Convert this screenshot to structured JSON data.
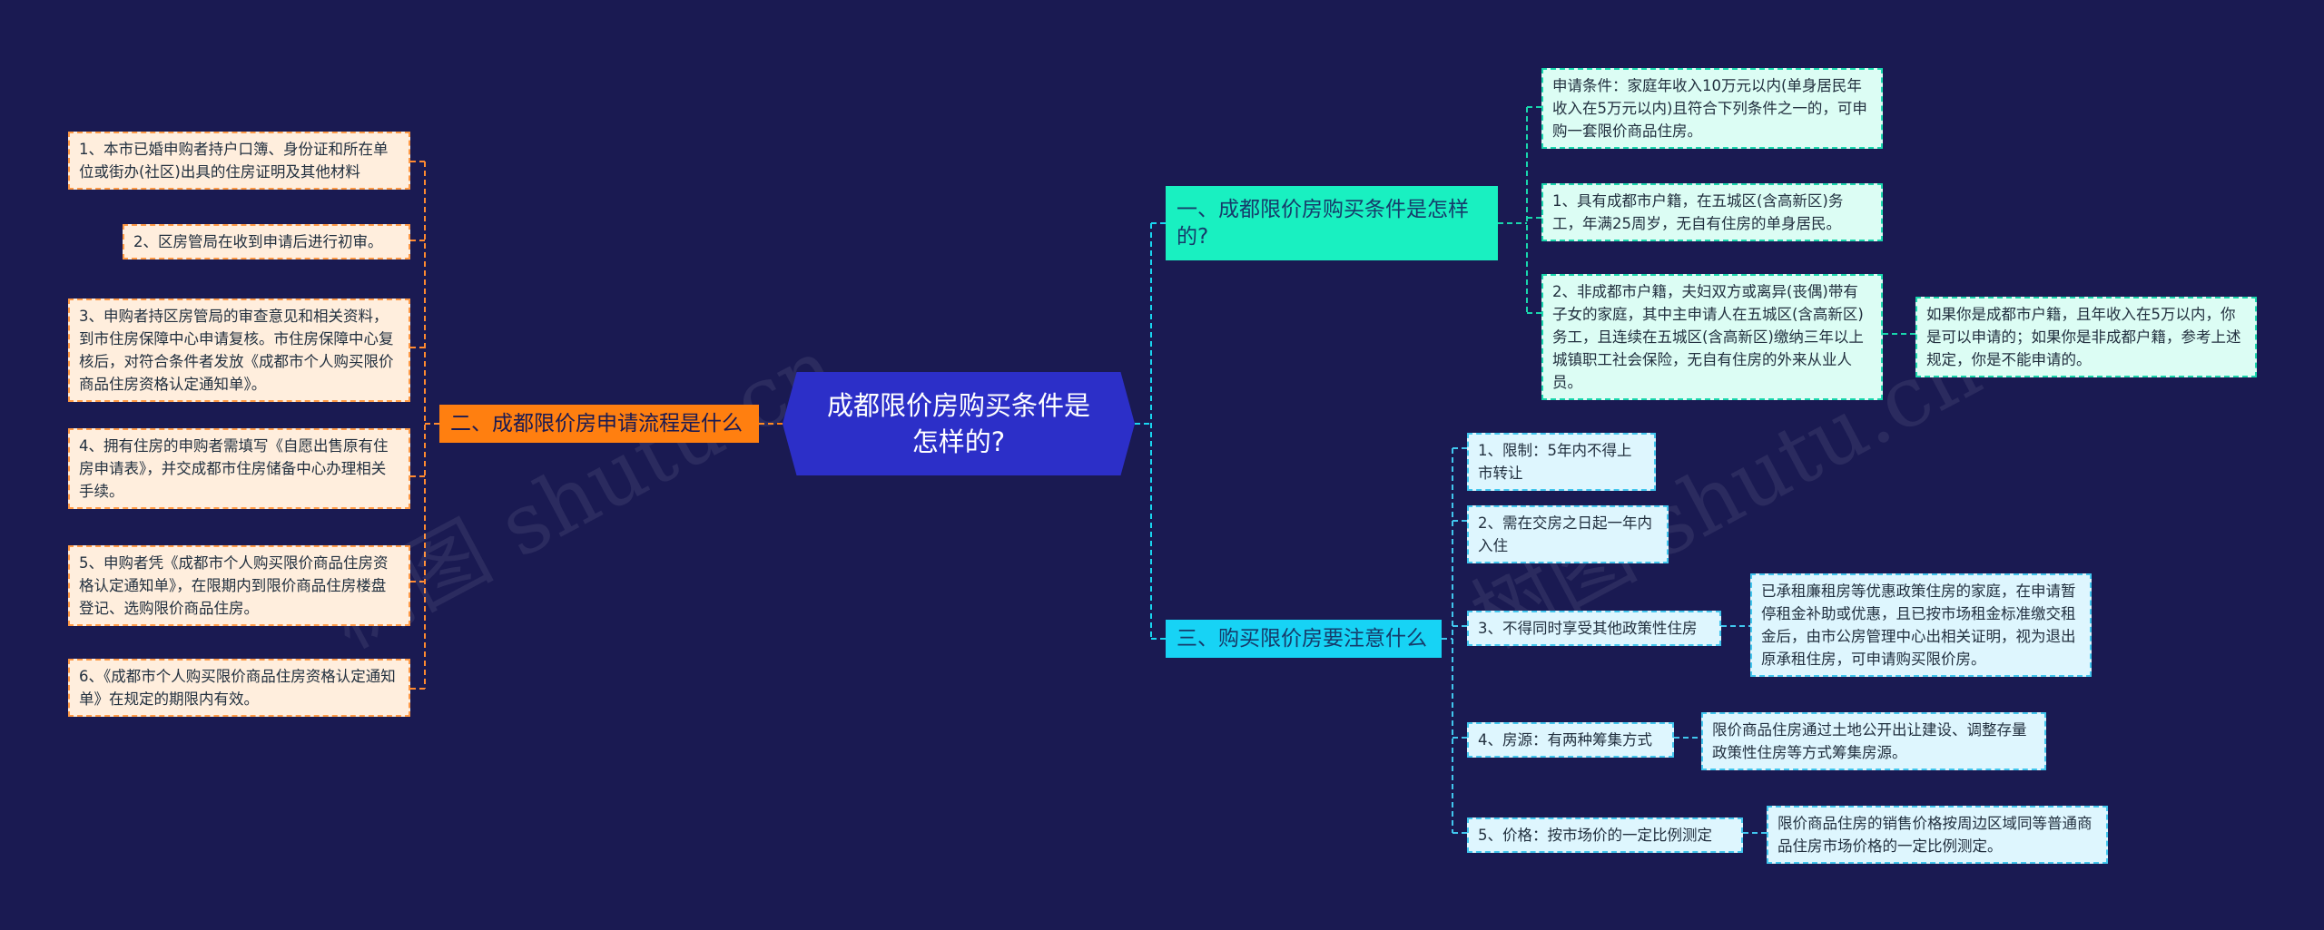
{
  "root": "成都限价房购买条件是怎样的?",
  "watermark": "树图 shutu.cn",
  "colors": {
    "background": "#1a1a52",
    "root": "#2c2fc8",
    "green": "#19f0c1",
    "orange": "#ff7f10",
    "cyan": "#17d3f5"
  },
  "b1": {
    "title": "一、成都限价房购买条件是怎样的?",
    "items": [
      "申请条件：家庭年收入10万元以内(单身居民年收入在5万元以内)且符合下列条件之一的，可申购一套限价商品住房。",
      "1、具有成都市户籍，在五城区(含高新区)务工，年满25周岁，无自有住房的单身居民。",
      "2、非成都市户籍，夫妇双方或离异(丧偶)带有子女的家庭，其中主申请人在五城区(含高新区)务工，且连续在五城区(含高新区)缴纳三年以上城镇职工社会保险，无自有住房的外来从业人员。"
    ],
    "note": "如果你是成都市户籍，且年收入在5万以内，你是可以申请的；如果你是非成都户籍，参考上述规定，你是不能申请的。"
  },
  "b2": {
    "title": "二、成都限价房申请流程是什么",
    "items": [
      "1、本市已婚申购者持户口簿、身份证和所在单位或街办(社区)出具的住房证明及其他材料",
      "2、区房管局在收到申请后进行初审。",
      "3、申购者持区房管局的审查意见和相关资料，到市住房保障中心申请复核。市住房保障中心复核后，对符合条件者发放《成都市个人购买限价商品住房资格认定通知单》。",
      "4、拥有住房的申购者需填写《自愿出售原有住房申请表》，并交成都市住房储备中心办理相关手续。",
      "5、申购者凭《成都市个人购买限价商品住房资格认定通知单》，在限期内到限价商品住房楼盘登记、选购限价商品住房。",
      "6、《成都市个人购买限价商品住房资格认定通知单》在规定的期限内有效。"
    ]
  },
  "b3": {
    "title": "三、购买限价房要注意什么",
    "items": [
      "1、限制：5年内不得上市转让",
      "2、需在交房之日起一年内入住",
      "3、不得同时享受其他政策性住房",
      "4、房源：有两种筹集方式",
      "5、价格：按市场价的一定比例测定"
    ],
    "details": {
      "policy": "已承租廉租房等优惠政策住房的家庭，在申请暂停租金补助或优惠，且已按市场租金标准缴交租金后，由市公房管理中心出相关证明，视为退出原承租住房，可申请购买限价房。",
      "source": "限价商品住房通过土地公开出让建设、调整存量政策性住房等方式筹集房源。",
      "price": "限价商品住房的销售价格按周边区域同等普通商品住房市场价格的一定比例测定。"
    }
  }
}
